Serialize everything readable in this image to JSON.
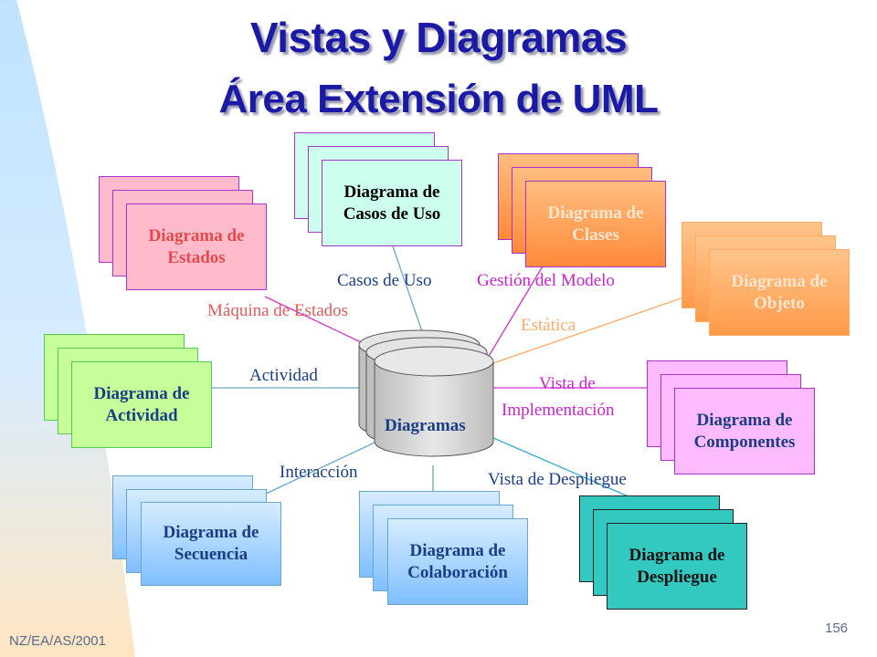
{
  "slide": {
    "title_line1": "Vistas y Diagramas",
    "title_line2": "Área Extensión de UML",
    "footer": "NZ/EA/AS/2001",
    "page_number": "156"
  },
  "center": {
    "label": "Diagramas"
  },
  "diagrams": {
    "casos_uso": {
      "line1": "Diagrama de",
      "line2": "Casos de Uso"
    },
    "clases": {
      "line1": "Diagrama de",
      "line2": "Clases"
    },
    "estados": {
      "line1": "Diagrama de",
      "line2": "Estados"
    },
    "objeto": {
      "line1": "Diagrama de",
      "line2": "Objeto"
    },
    "actividad": {
      "line1": "Diagrama de",
      "line2": "Actividad"
    },
    "componentes": {
      "line1": "Diagrama de",
      "line2": "Componentes"
    },
    "secuencia": {
      "line1": "Diagrama de",
      "line2": "Secuencia"
    },
    "colaboracion": {
      "line1": "Diagrama de",
      "line2": "Colaboración"
    },
    "despliegue": {
      "line1": "Diagrama de",
      "line2": "Despliegue"
    }
  },
  "views": {
    "casos_uso": "Casos de Uso",
    "gestion_modelo": "Gestión del Modelo",
    "maquina_estados": "Máquina de Estados",
    "estatica": "Estática",
    "actividad": "Actividad",
    "implementacion_1": "Vista de",
    "implementacion_2": "Implementación",
    "interaccion": "Interacción",
    "despliegue": "Vista de Despliegue"
  },
  "colors": {
    "casos_uso": "#ccffee",
    "clases": "#ff9f5f",
    "estados": "#ffbbcc",
    "objeto": "#ffb070",
    "actividad": "#c6ff99",
    "componentes": "#ffbbff",
    "secuencia": "#b0d8ff",
    "colaboracion": "#a9d4ff",
    "despliegue": "#33c8c0",
    "center": "#d9d9d9"
  }
}
